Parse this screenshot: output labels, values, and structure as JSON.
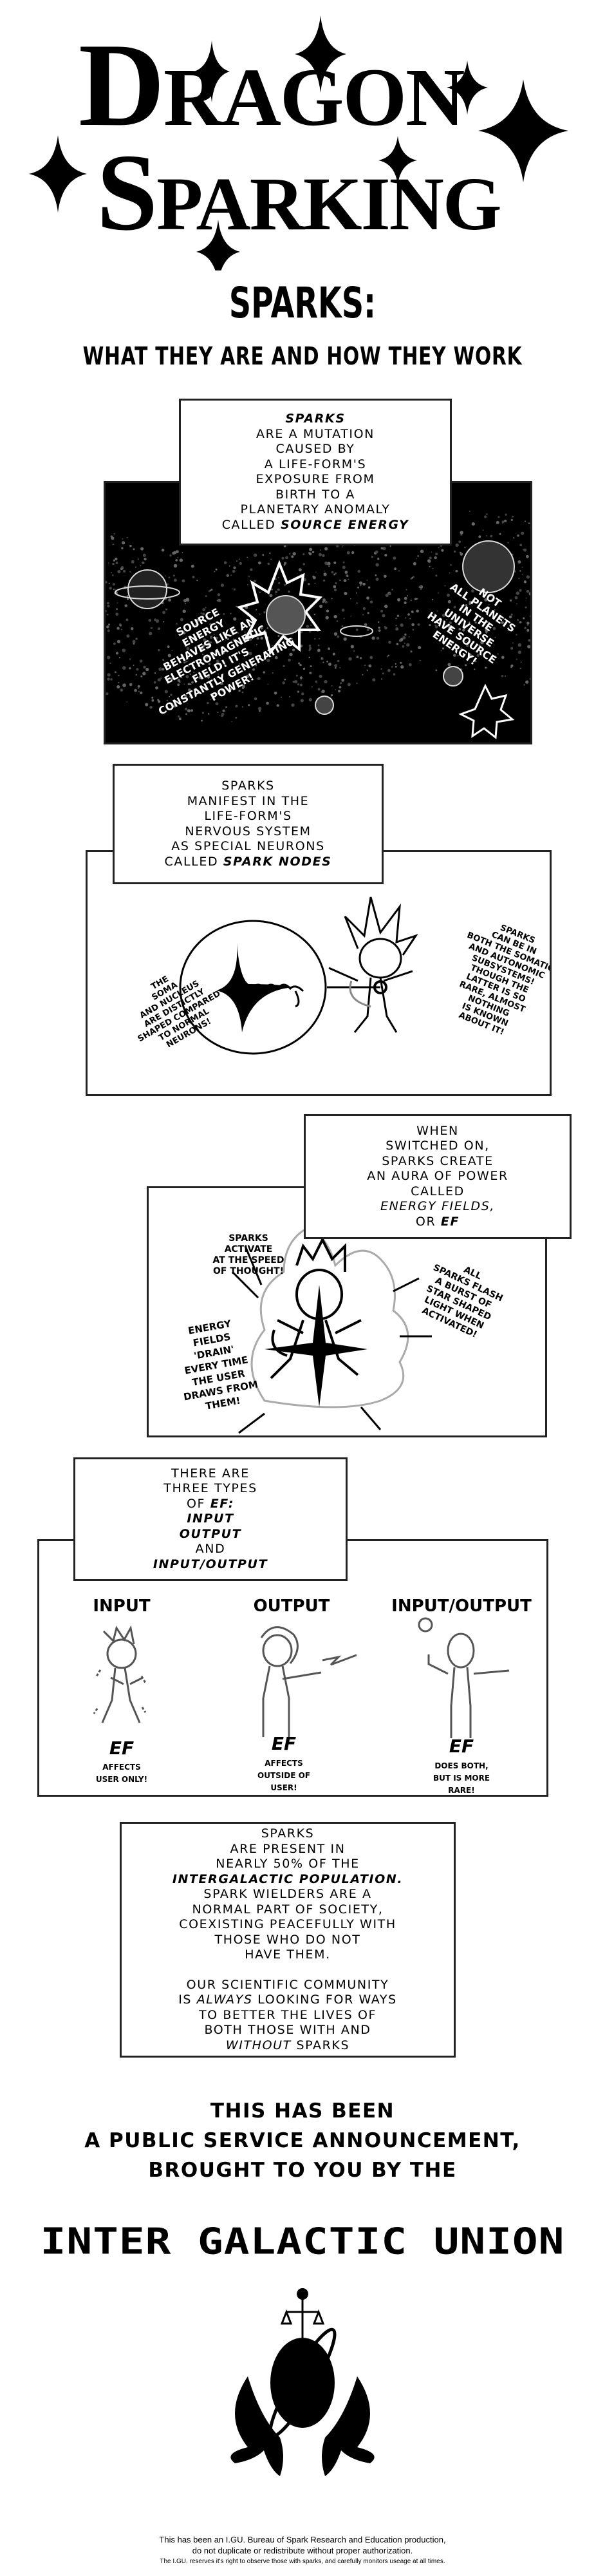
{
  "header": {
    "title_line1_initial": "D",
    "title_line1_rest": "RAGON",
    "title_line2_initial": "S",
    "title_line2_rest": "PARKING",
    "heading": "SPARKS:",
    "subheading": "WHAT THEY ARE AND HOW THEY WORK"
  },
  "panel1": {
    "caption": {
      "l1": "SPARKS",
      "l2": "ARE A MUTATION",
      "l3": "CAUSED BY",
      "l4": "A LIFE-FORM'S",
      "l5": "EXPOSURE FROM",
      "l6": "BIRTH TO A",
      "l7": "PLANETARY ANOMALY",
      "l8a": "CALLED ",
      "l8b": "SOURCE ENERGY"
    },
    "note_left": "SOURCE\nENERGY\nBEHAVES LIKE AN\nELECTROMAGNETIC\nFIELD! IT'S\nCONSTANTLY GENERATING\nPOWER!",
    "note_right": "NOT\nALL PLANETS\nIN THE\nUNIVERSE\nHAVE SOURCE\nENERGY!"
  },
  "panel2": {
    "caption": {
      "l1": "SPARKS",
      "l2": "MANIFEST IN THE",
      "l3": "LIFE-FORM'S",
      "l4": "NERVOUS SYSTEM",
      "l5": "AS SPECIAL NEURONS",
      "l6a": "CALLED ",
      "l6b": "SPARK NODES"
    },
    "note_left": "THE\nSOMA\nAND NUCLEUS\nARE DISTICTLY\nSHAPED COMPARED\nTO NORMAL\nNEURONS!",
    "note_right": "SPARKS\nCAN BE IN\nBOTH THE SOMATIC\nAND AUTONOMIC\nSUBSYSTEMS!\nTHOUGH THE\nLATTER IS SO\nRARE, ALMOST\nNOTHING\nIS KNOWN\nABOUT IT!"
  },
  "panel3": {
    "caption": {
      "l1": "WHEN",
      "l2": "SWITCHED ON,",
      "l3": "SPARKS CREATE",
      "l4": "AN AURA OF POWER",
      "l5": "CALLED",
      "l6": "ENERGY FIELDS,",
      "l7a": "OR ",
      "l7b": "EF"
    },
    "note_top": "SPARKS\nACTIVATE\nAT THE SPEED\nOF THOUGHT!",
    "note_right": "ALL\nSPARKS FLASH\nA BURST OF\nSTAR SHAPED\nLIGHT WHEN\nACTIVATED!",
    "note_left": "ENERGY\nFIELDS\n'DRAIN'\nEVERY TIME\nTHE USER\nDRAWS FROM\nTHEM!"
  },
  "panel4": {
    "caption": {
      "l1": "THERE ARE",
      "l2": "THREE TYPES",
      "l3a": "OF ",
      "l3b": "EF:",
      "l4": "INPUT",
      "l5": "OUTPUT",
      "l6": "AND",
      "l7": "INPUT/OUTPUT"
    },
    "types": [
      {
        "title": "INPUT",
        "ef": "EF",
        "desc": "AFFECTS\nUSER ONLY!"
      },
      {
        "title": "OUTPUT",
        "ef": "EF",
        "desc": "AFFECTS\nOUTSIDE OF\nUSER!"
      },
      {
        "title": "INPUT/OUTPUT",
        "ef": "EF",
        "desc": "DOES BOTH,\nBUT IS MORE\nRARE!"
      }
    ]
  },
  "panel5": {
    "l1": "SPARKS",
    "l2": "ARE PRESENT IN",
    "l3": "NEARLY 50% OF THE",
    "l4": "INTERGALACTIC POPULATION.",
    "l5": "SPARK WIELDERS ARE A",
    "l6": "NORMAL PART OF SOCIETY,",
    "l7": "COEXISTING PEACEFULLY WITH",
    "l8": "THOSE WHO DO NOT",
    "l9": "HAVE THEM.",
    "l10": "OUR SCIENTIFIC COMMUNITY",
    "l11a": "IS ",
    "l11b": "ALWAYS",
    "l11c": " LOOKING FOR WAYS",
    "l12": "TO BETTER THE LIVES OF",
    "l13": "BOTH THOSE WITH AND",
    "l14a": "WITHOUT",
    "l14b": " SPARKS"
  },
  "closing": {
    "l1": "THIS HAS BEEN",
    "l2": "A PUBLIC SERVICE ANNOUNCEMENT,",
    "l3": "BROUGHT TO YOU  BY THE",
    "org": "INTER GALACTIC UNION"
  },
  "footer": {
    "l1": "This has been an I.GU. Bureau of Spark Research and Education production,",
    "l2": "do not duplicate or redistribute without proper authorization.",
    "l3": "The I.GU. reserves it's right to observe those with sparks, and carefully monitors useage at all times."
  }
}
